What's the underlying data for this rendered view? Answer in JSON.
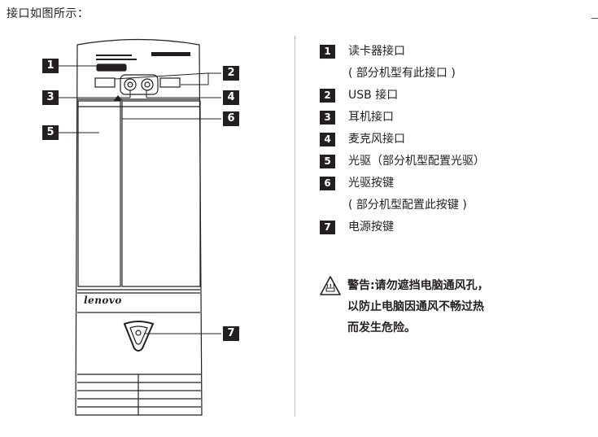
{
  "intro": "接口如图所示：",
  "callouts": [
    "1",
    "2",
    "3",
    "4",
    "5",
    "6",
    "7"
  ],
  "brand": "lenovo",
  "legend": [
    {
      "num": "1",
      "label": "读卡器接口",
      "sub": "( 部分机型有此接口 )"
    },
    {
      "num": "2",
      "label": "USB 接口",
      "sub": ""
    },
    {
      "num": "3",
      "label": "耳机接口",
      "sub": ""
    },
    {
      "num": "4",
      "label": "麦克风接口",
      "sub": ""
    },
    {
      "num": "5",
      "label": "光驱（部分机型配置光驱）",
      "sub": ""
    },
    {
      "num": "6",
      "label": "光驱按键",
      "sub": "( 部分机型配置此按键 )"
    },
    {
      "num": "7",
      "label": "电源按键",
      "sub": ""
    }
  ],
  "warning": {
    "lines": [
      "警告:请勿遮挡电脑通风孔，",
      "以防止电脑因通风不畅过热",
      "而发生危险。"
    ]
  }
}
